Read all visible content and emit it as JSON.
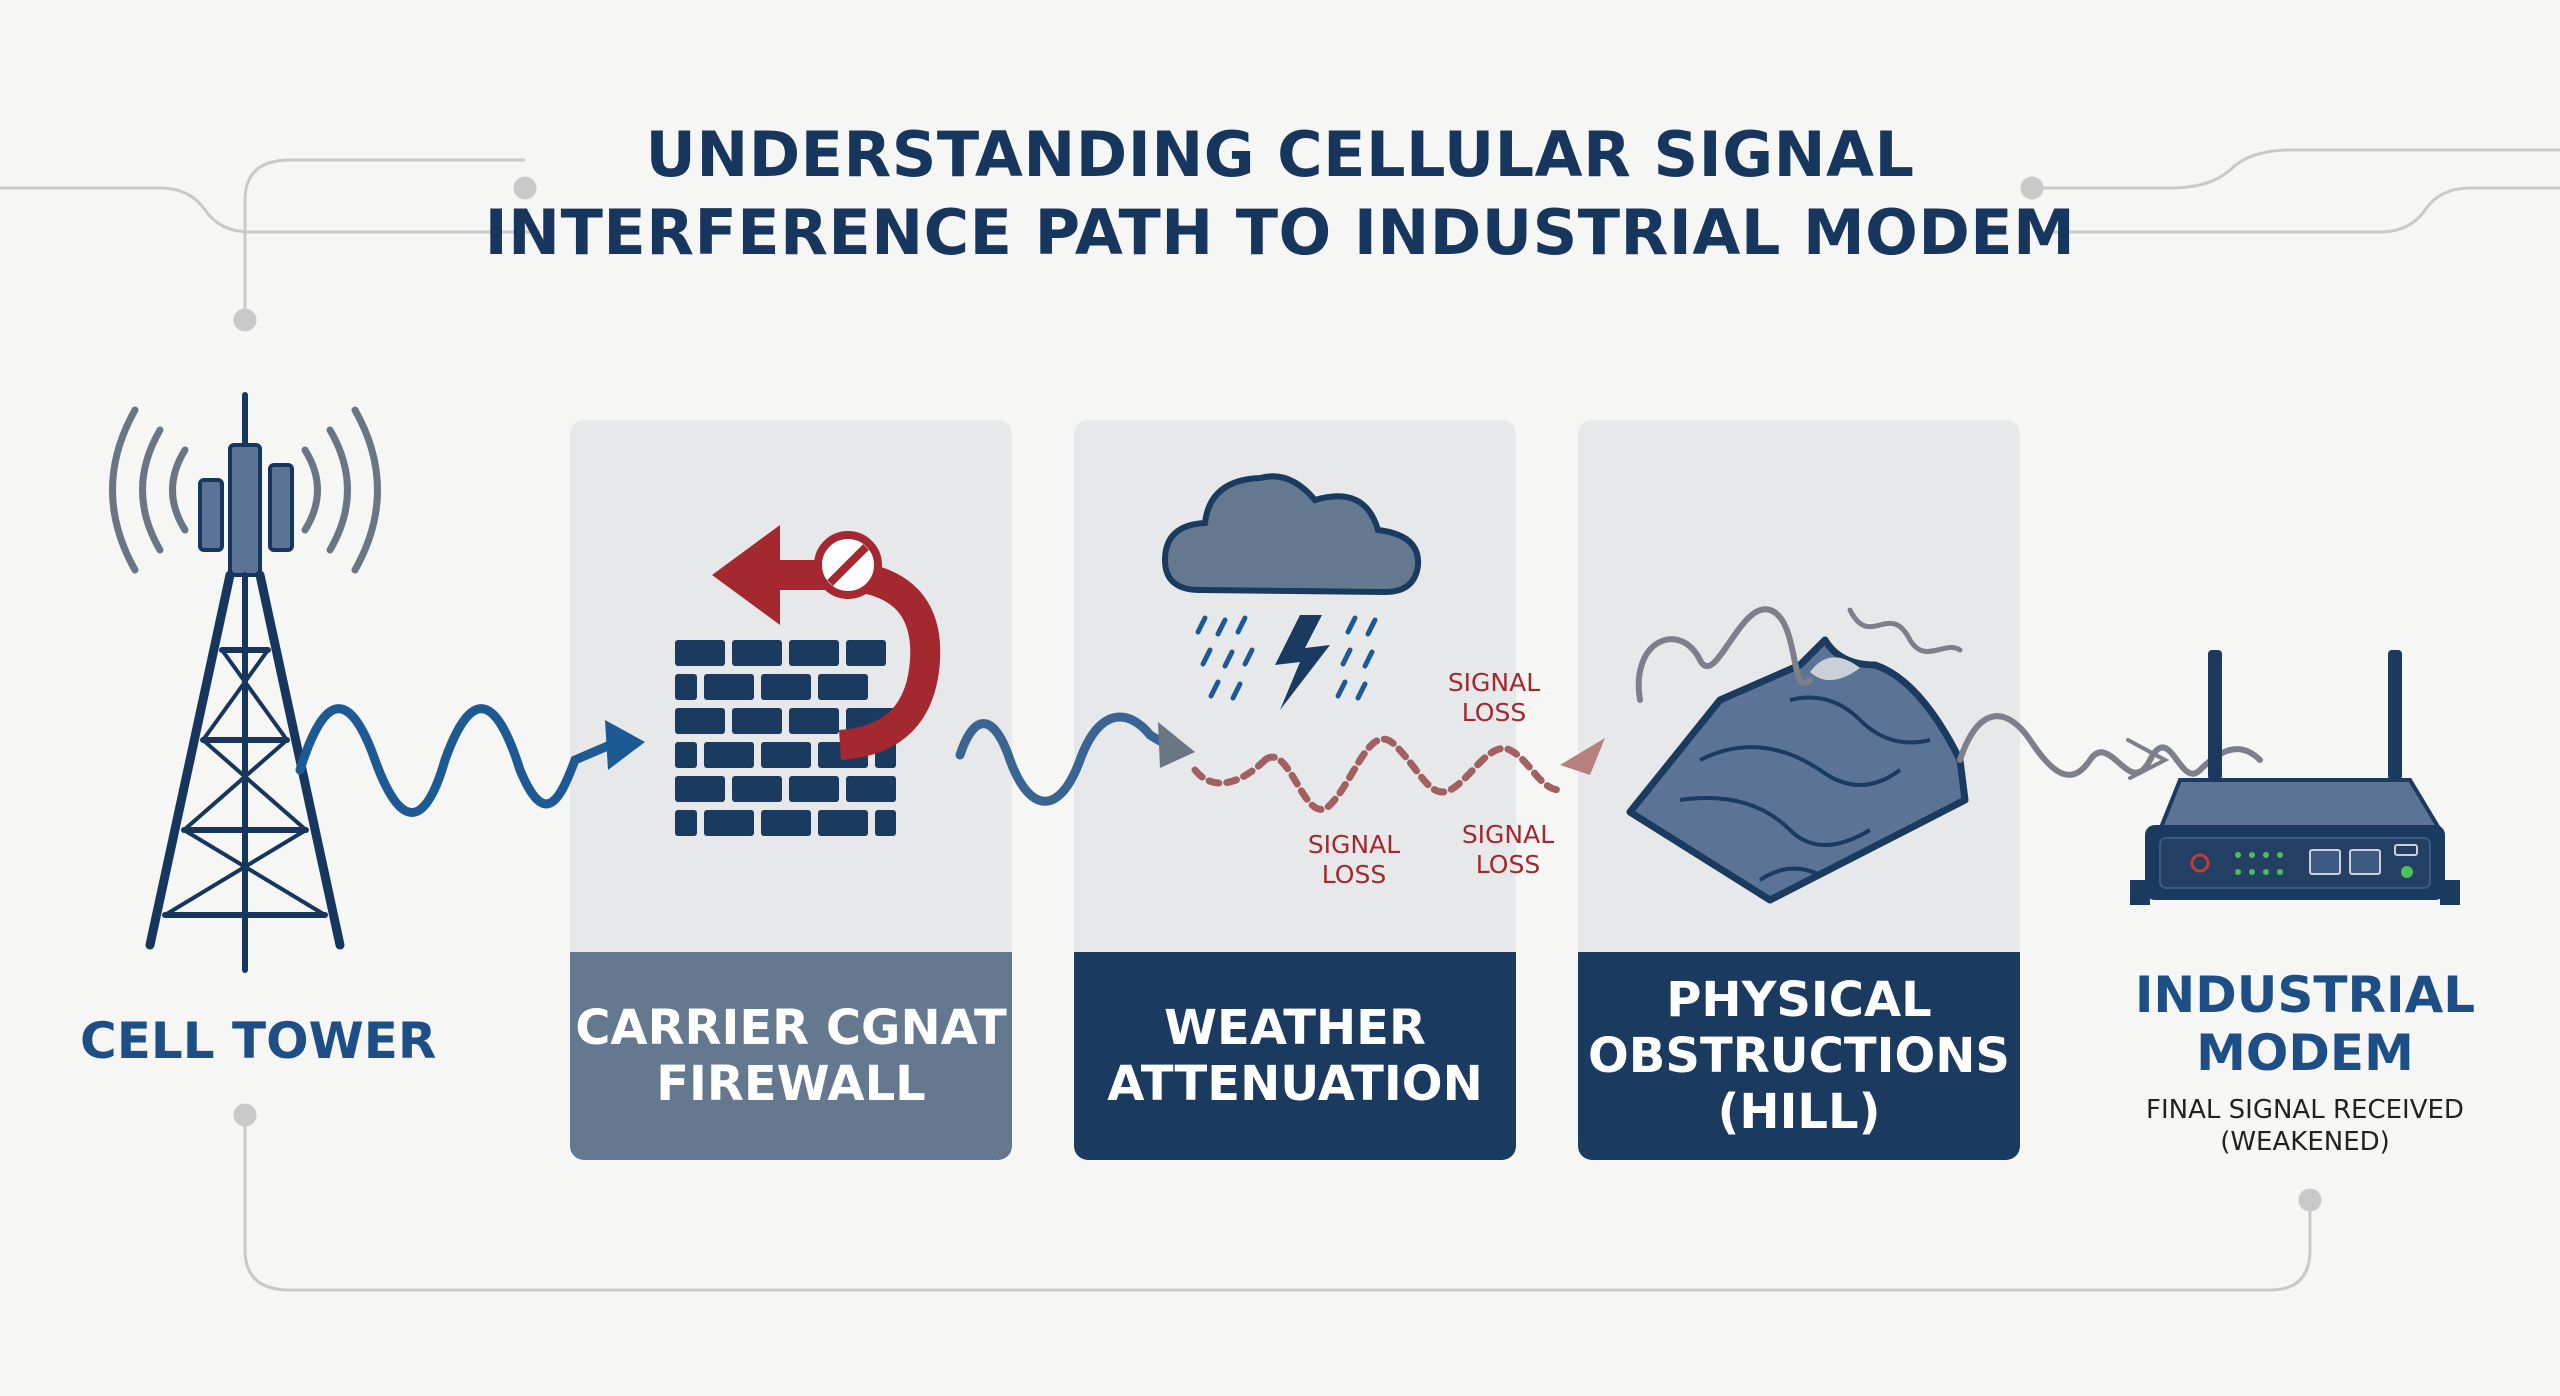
{
  "title": {
    "line1": "UNDERSTANDING CELLULAR SIGNAL",
    "line2": "INTERFERENCE PATH TO INDUSTRIAL MODEM"
  },
  "nodes": {
    "tower": {
      "label": "CELL TOWER",
      "icon": "cell-tower-icon"
    },
    "modem": {
      "label_line1": "INDUSTRIAL",
      "label_line2": "MODEM",
      "sub_line1": "FINAL SIGNAL RECEIVED",
      "sub_line2": "(WEAKENED)",
      "icon": "industrial-modem-icon"
    }
  },
  "stages": [
    {
      "line1": "CARRIER CGNAT",
      "line2": "FIREWALL",
      "line3": "",
      "icon": "firewall-block-icon"
    },
    {
      "line1": "WEATHER",
      "line2": "ATTENUATION",
      "line3": "",
      "icon": "storm-cloud-icon"
    },
    {
      "line1": "PHYSICAL",
      "line2": "OBSTRUCTIONS",
      "line3": "(HILL)",
      "icon": "hill-terrain-icon"
    }
  ],
  "signal_loss": [
    {
      "line1": "SIGNAL",
      "line2": "LOSS"
    },
    {
      "line1": "SIGNAL",
      "line2": "LOSS"
    },
    {
      "line1": "SIGNAL",
      "line2": "LOSS"
    }
  ],
  "colors": {
    "navy": "#17365d",
    "blue": "#1d5a94",
    "slate": "#647990",
    "red": "#a4282f",
    "card": "#e7e8ea",
    "background": "#f6f6f4"
  }
}
